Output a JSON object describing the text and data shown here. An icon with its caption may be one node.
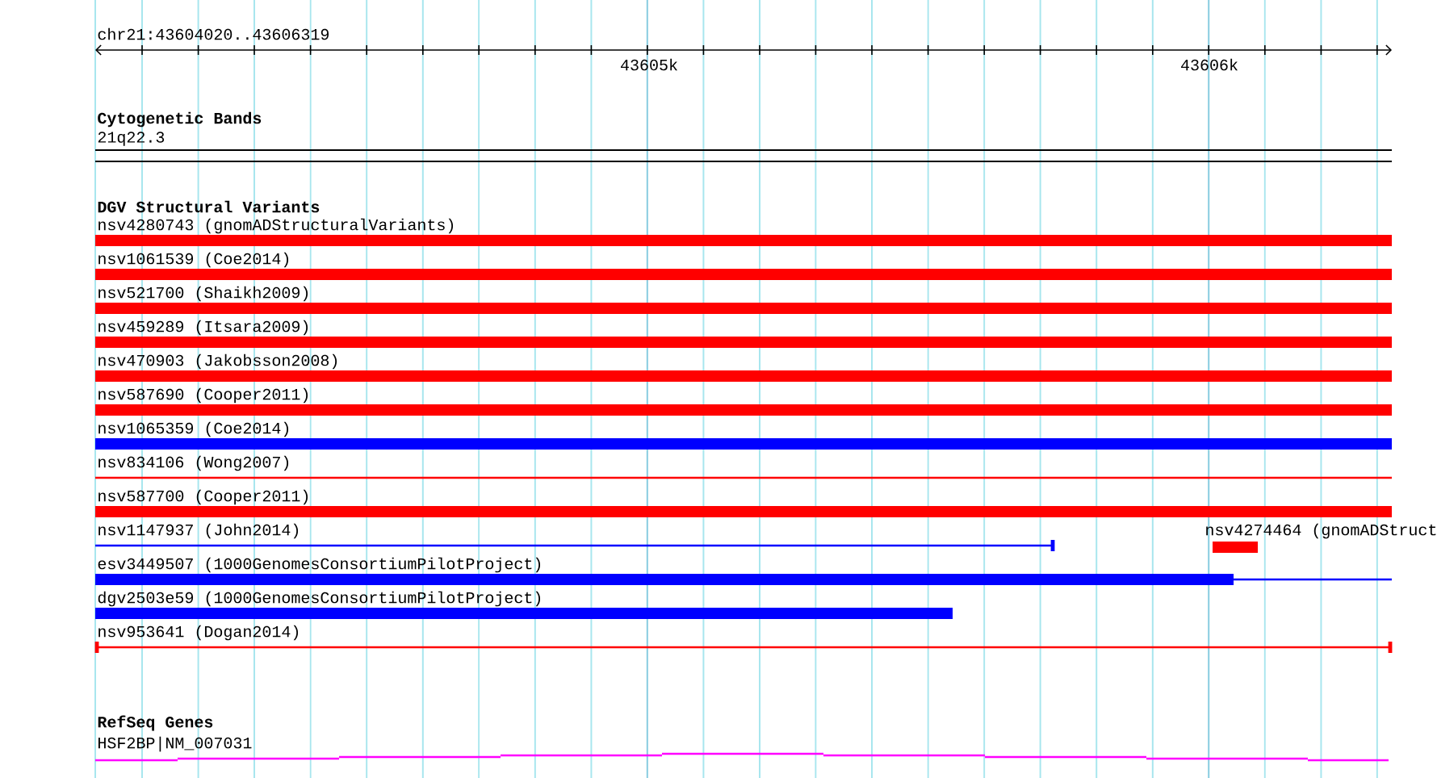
{
  "diagram": {
    "nodes": [
      {
        "text": [
          "21q22.3"
        ]
      },
      {
        "text": [
          "nsv4280743 (gnomADStructuralVariants)"
        ]
      },
      {
        "text": [
          "nsv1061539 (Coe2014)"
        ]
      },
      {
        "text": [
          "nsv521700 (Shaikh2009)"
        ]
      },
      {
        "text": [
          "nsv459289 (Itsara2009)"
        ]
      },
      {
        "text": [
          "nsv470903 (Jakobsson2008)"
        ]
      },
      {
        "text": [
          "nsv587690 (Cooper2011)"
        ]
      },
      {
        "text": [
          "nsv1065359 (Coe2014)"
        ]
      },
      {
        "text": [
          "nsv834106 (Wong2007)"
        ]
      },
      {
        "text": [
          "nsv587700 (Cooper2011)"
        ]
      },
      {
        "text": [
          "nsv1147937 (John2014)"
        ]
      },
      {
        "text": [
          "nsv4274464 (gnomADStruct"
        ]
      },
      {
        "text": [
          "esv3449507 (1000GenomesConsortiumPilotProject)"
        ]
      },
      {
        "text": [
          "dgv2503e59 (1000GenomesConsortiumPilotProject)"
        ]
      },
      {
        "text": [
          "nsv953641 (Dogan2014)"
        ]
      },
      {
        "text": [
          "HSF2BP|NM_007031"
        ]
      }
    ],
    "labels": [
      "chr21:43604020..43606319",
      "43605k",
      "43606k",
      "Cytogenetic Bands",
      "DGV Structural Variants",
      "RefSeq Genes"
    ]
  }
}
